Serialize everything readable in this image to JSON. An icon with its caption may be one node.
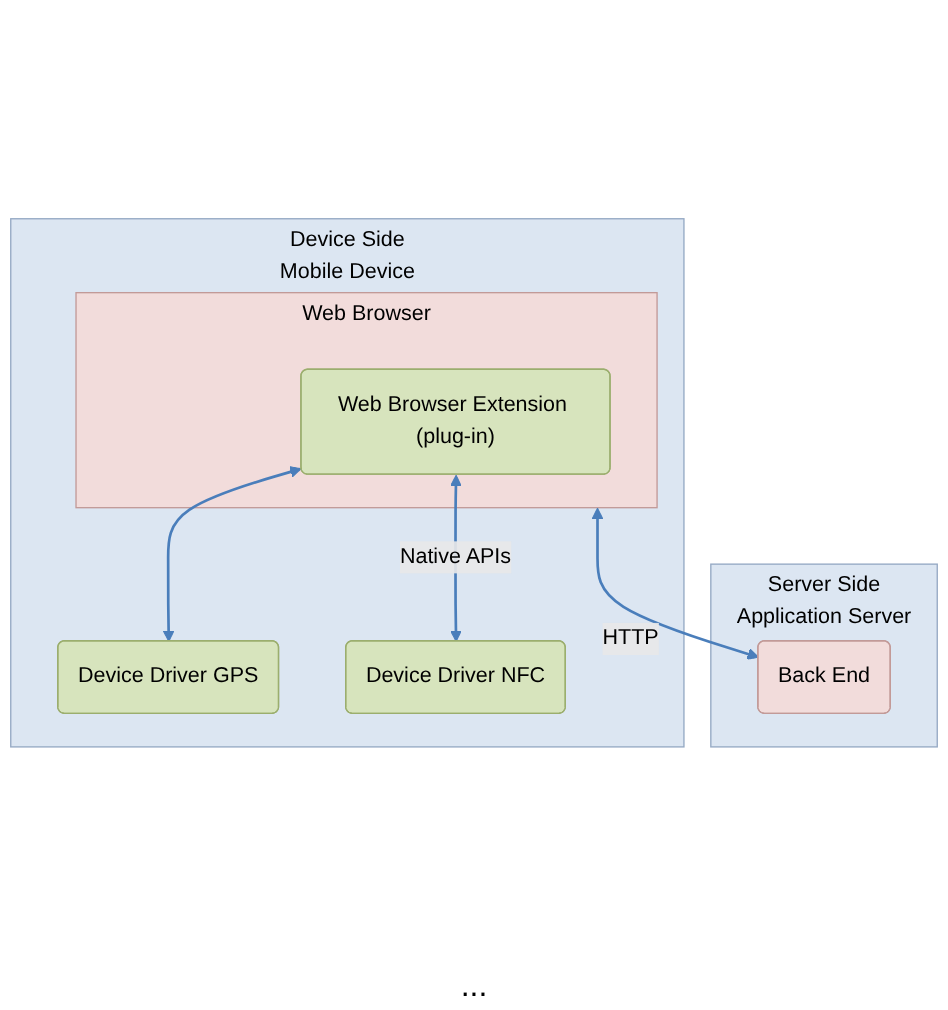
{
  "diagram": {
    "nodes": [
      {
        "text": [
          "Device Side",
          "Mobile Device"
        ]
      },
      {
        "text": [
          "Web Browser"
        ],
        "in": 0
      },
      {
        "text": [
          "Web Browser Extension (plug-in)"
        ],
        "in": 1
      },
      {
        "text": [
          "Device Driver GPS"
        ],
        "in": 0
      },
      {
        "text": [
          "Device Driver NFC"
        ],
        "in": 0
      },
      {
        "text": [
          "Server Side",
          "Application Server"
        ]
      },
      {
        "text": [
          "Back End"
        ],
        "in": 5
      }
    ],
    "edges": [
      {
        "from": 1,
        "to": 6,
        "arrow": "both",
        "label": "HTTP"
      },
      {
        "from": 2,
        "to": 3,
        "arrow": "both"
      },
      {
        "from": 2,
        "to": 4,
        "arrow": "both",
        "label": "Native APIs"
      }
    ],
    "labels": [
      "..."
    ]
  }
}
